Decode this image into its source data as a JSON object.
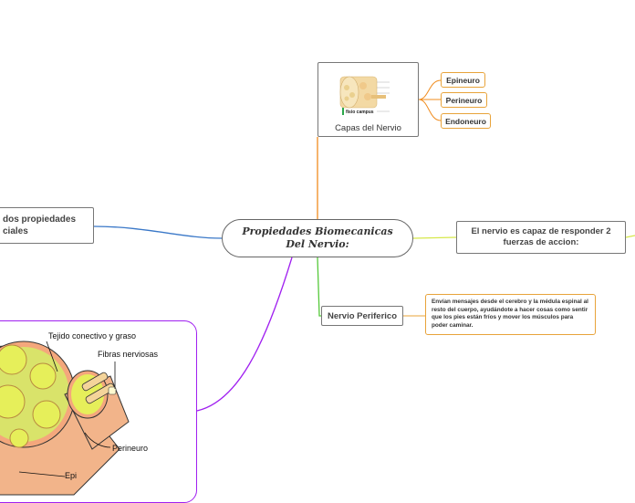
{
  "central": {
    "title": "Propiedades Biomecanicas Del Nervio:"
  },
  "left_node": {
    "text": "dos propiedades ciales"
  },
  "capas": {
    "label": "Capas del Nervio",
    "logo_text": "fisio campus",
    "children": [
      "Epineuro",
      "Perineuro",
      "Endoneuro"
    ]
  },
  "fuerzas": {
    "text": "El nervio es capaz de responder  2 fuerzas de accion:"
  },
  "periferico": {
    "label": "Nervio Periferico",
    "description": "Envían mensajes desde el cerebro y la médula espinal al resto del cuerpo, ayudándote a hacer cosas como sentir que los pies están fríos y mover los músculos para poder caminar."
  },
  "illustration": {
    "labels": {
      "tejido": "Tejido conectivo y graso",
      "fibras": "Fibras nerviosas",
      "perineuro": "Perineuro",
      "epi": "Epi"
    }
  },
  "colors": {
    "branch_top": "#f08c1e",
    "branch_left": "#3a78c8",
    "branch_right": "#d6e84a",
    "branch_center": "#55c93a",
    "branch_bottom": "#a020f0",
    "leaf_border": "#e8a33a"
  }
}
